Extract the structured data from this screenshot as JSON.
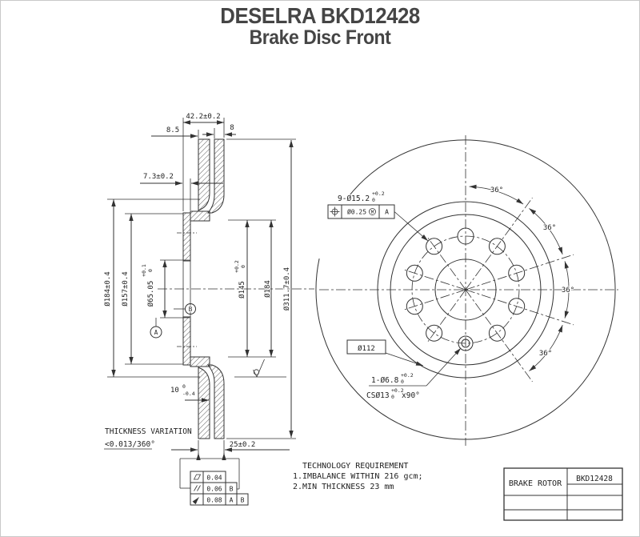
{
  "title": {
    "line1": "DESELRA BKD12428",
    "line2": "Brake Disc Front"
  },
  "colors": {
    "line": "#333333",
    "text": "#222222",
    "title": "#454545",
    "background": "#ffffff"
  },
  "cross_section": {
    "dim_total_width": "42.2±0.2",
    "dim_offset": "8.5",
    "dim_inboard_plate": "8",
    "dim_hat_face": "7.3±0.2",
    "dim_d184_left": "Ø184±0.4",
    "dim_d157": "Ø157±0.4",
    "dim_bore": {
      "base": "Ø65.05",
      "tol_up": "+0.1",
      "tol_dn": "0"
    },
    "dim_d145": {
      "base": "Ø145",
      "tol_up": "+0.2",
      "tol_dn": "0"
    },
    "dim_d184_right": "Ø184",
    "dim_outer": "Ø311.7±0.4",
    "dim_plate10": {
      "base": "10",
      "tol_up": "0",
      "tol_dn": "-0.4"
    },
    "dim_ring": "25±0.2",
    "note_thickness_1": "THICKNESS VARIATION",
    "note_thickness_2": "<0.013/360°",
    "datum_a": "A",
    "datum_b": "B",
    "fcf": {
      "row1": {
        "value": "0.04"
      },
      "row2": {
        "value": "0.06",
        "ref1": "B"
      },
      "row3": {
        "value": "0.08",
        "ref1": "A",
        "ref2": "B"
      }
    }
  },
  "front_view": {
    "note_holes": {
      "base": "9-Ø15.2",
      "tol_up": "+0.2",
      "tol_dn": "0"
    },
    "fcf_position": {
      "value": "Ø0.25",
      "modifier": "M",
      "datum": "A"
    },
    "angles": [
      "36°",
      "36°",
      "36°",
      "36°"
    ],
    "bolt_circle": "Ø112",
    "note_pin": {
      "base": "1-Ø6.8",
      "tol_up": "+0.2",
      "tol_dn": "0"
    },
    "note_countersink": {
      "base": "CSØ13",
      "tol_up": "+0.2",
      "tol_dn": "0",
      "suffix": "x90°"
    }
  },
  "tech_requirements": {
    "heading": "TECHNOLOGY REQUIREMENT",
    "item_1": "1.IMBALANCE WITHIN 216 gcm;",
    "item_2": "2.MIN THICKNESS 23 mm"
  },
  "title_block": {
    "part_name": "BRAKE ROTOR",
    "part_number": "BKD12428"
  }
}
